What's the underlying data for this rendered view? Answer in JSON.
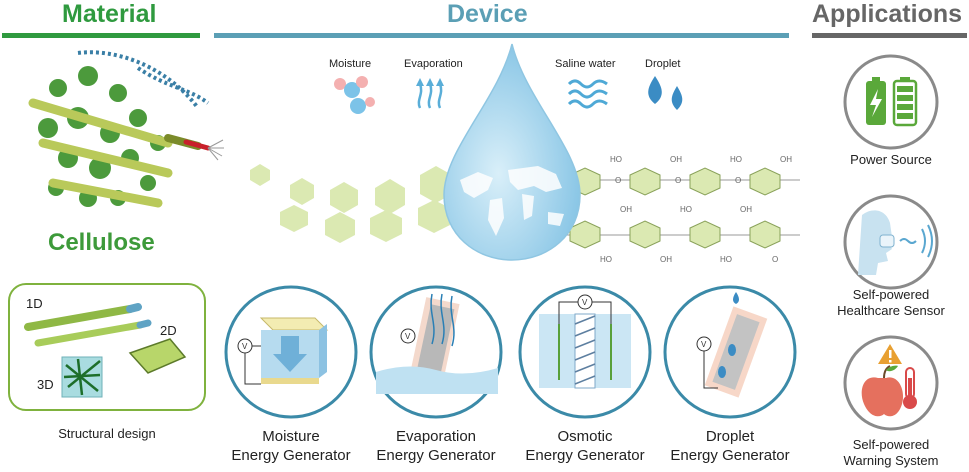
{
  "headers": {
    "material": "Material",
    "device": "Device",
    "applications": "Applications"
  },
  "colors": {
    "material": "#2f9a3f",
    "device": "#5b9fb5",
    "applications": "#666666",
    "cellulose": "#3d9a3a",
    "hexagon": "#d6e6a8",
    "water": "#9fd2ee"
  },
  "material": {
    "cellulose_label": "Cellulose",
    "structures": [
      "1D",
      "2D",
      "3D"
    ],
    "structural_caption": "Structural design"
  },
  "device": {
    "stimuli": [
      "Moisture",
      "Evaporation",
      "Saline water",
      "Droplet"
    ],
    "molecule_atoms": [
      "HO",
      "OH",
      "O"
    ],
    "voltmeter_symbol": "V",
    "generators": [
      {
        "line1": "Moisture",
        "line2": "Energy Generator"
      },
      {
        "line1": "Evaporation",
        "line2": "Energy Generator"
      },
      {
        "line1": "Osmotic",
        "line2": "Energy Generator"
      },
      {
        "line1": "Droplet",
        "line2": "Energy Generator"
      }
    ]
  },
  "applications": [
    {
      "line1": "Power Source",
      "line2": "",
      "icon": "battery-icon"
    },
    {
      "line1": "Self-powered",
      "line2": "Healthcare Sensor",
      "icon": "breathing-face-icon"
    },
    {
      "line1": "Self-powered",
      "line2": "Warning System",
      "icon": "apple-thermometer-warning-icon"
    }
  ]
}
